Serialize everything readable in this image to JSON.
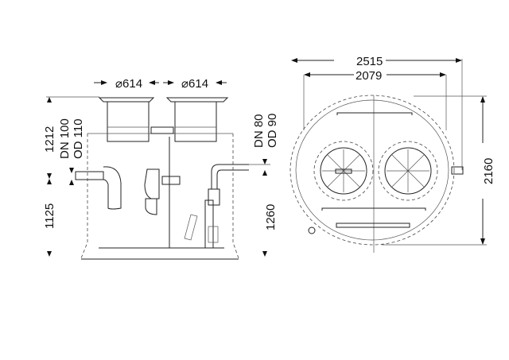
{
  "side_view": {
    "cover_diameter_left": "⌀614",
    "cover_diameter_right": "⌀614",
    "height_top": "1212",
    "height_bottom": "1125",
    "inlet_dn": "DN 100",
    "inlet_od": "OD 110",
    "outlet_dn": "DN 80",
    "outlet_od": "OD 90",
    "outlet_height": "1260"
  },
  "top_view": {
    "overall_width": "2515",
    "inner_width": "2079",
    "overall_depth": "2160"
  }
}
